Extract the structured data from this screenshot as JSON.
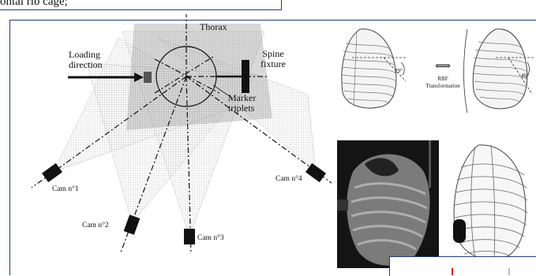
{
  "caption_fragment": "ontal rib cage;",
  "setup_diagram": {
    "labels": {
      "thorax": "Thorax",
      "loading_direction": "Loading direction",
      "spine_fixture": "Spine fixture",
      "marker_triplets": "Marker triplets"
    },
    "cameras": [
      "Cam n°1",
      "Cam n°2",
      "Cam n°3",
      "Cam n°4"
    ]
  },
  "rbf_figure": {
    "transformation_label": "RBF Transformation",
    "angle_left": "29°",
    "angle_right": "46°",
    "arrow_symbol": "⟺"
  },
  "colors": {
    "frame": "#1f3f7a",
    "frustum_fill": "#9a9a9a",
    "camera": "#111111",
    "inset_mark": "#e02020"
  }
}
